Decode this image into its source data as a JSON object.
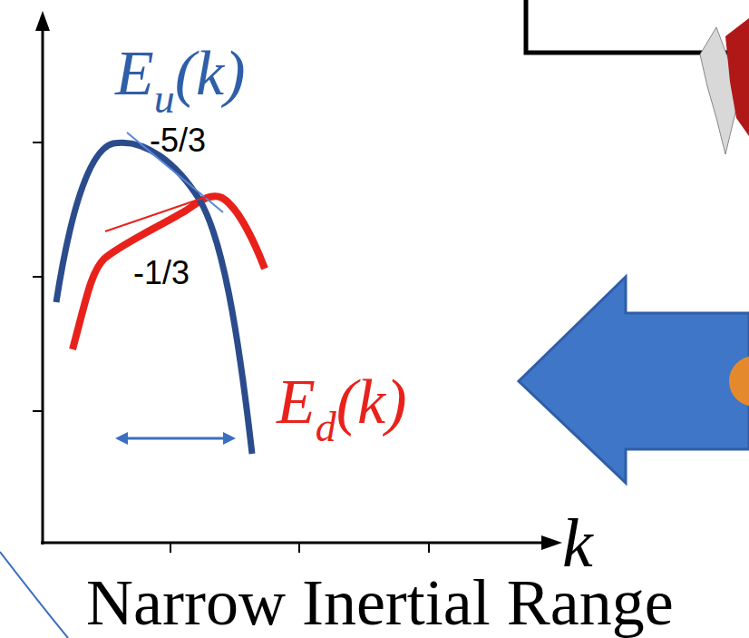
{
  "diagram": {
    "labels": [
      "E",
      "u",
      "(k)",
      "-5/3",
      "-1/3",
      "E",
      "d",
      "(k)",
      "k",
      "Narrow Inertial Range"
    ]
  }
}
